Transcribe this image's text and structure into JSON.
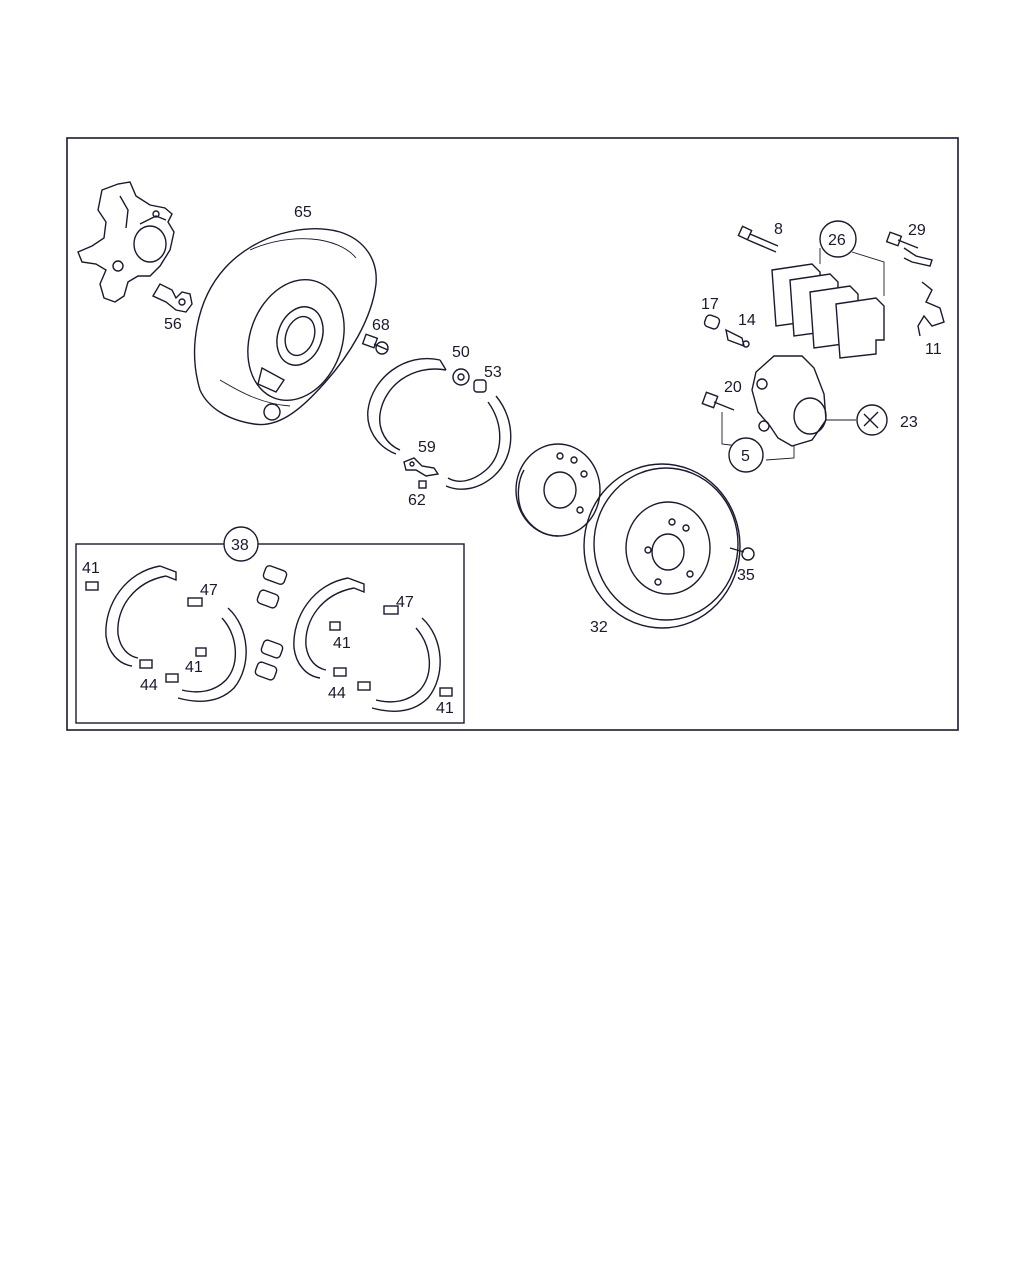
{
  "colors": {
    "line": "#1a1a2e",
    "background": "#ffffff",
    "frame": "#1a1a2e"
  },
  "labels": {
    "l65": "65",
    "l56": "56",
    "l68": "68",
    "l50": "50",
    "l53": "53",
    "l59": "59",
    "l62": "62",
    "l8": "8",
    "l26": "26",
    "l29": "29",
    "l17": "17",
    "l14": "14",
    "l11": "11",
    "l20": "20",
    "l23": "23",
    "l5": "5",
    "l35": "35",
    "l32": "32",
    "l38": "38",
    "kitA_41a": "41",
    "kitA_47": "47",
    "kitA_41b": "41",
    "kitA_44": "44",
    "kitB_47": "47",
    "kitB_41a": "41",
    "kitB_44": "44",
    "kitB_41b": "41"
  }
}
